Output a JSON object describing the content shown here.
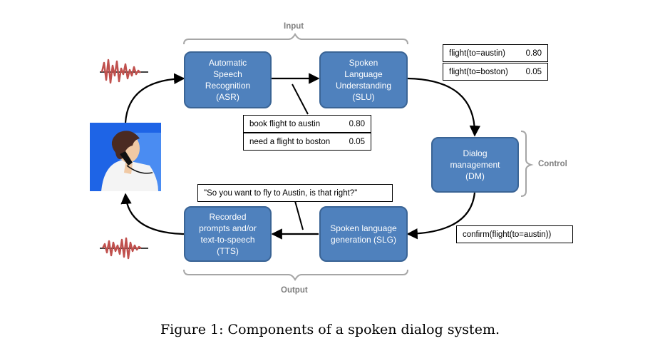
{
  "diagram": {
    "input_label": "Input",
    "output_label": "Output",
    "control_label": "Control",
    "nodes": {
      "asr": "Automatic\nSpeech\nRecognition\n(ASR)",
      "slu": "Spoken\nLanguage\nUnderstanding\n(SLU)",
      "dm": "Dialog\nmanagement\n(DM)",
      "slg": "Spoken language\ngeneration (SLG)",
      "tts": "Recorded\nprompts and/or\ntext-to-speech\n(TTS)"
    },
    "asr_hypotheses": [
      {
        "text": "book flight to austin",
        "score": "0.80"
      },
      {
        "text": "need a flight to boston",
        "score": "0.05"
      }
    ],
    "slu_hypotheses": [
      {
        "text": "flight(to=austin)",
        "score": "0.80"
      },
      {
        "text": "flight(to=boston)",
        "score": "0.05"
      }
    ],
    "dm_output": "confirm(flight(to=austin))",
    "slg_output": "\"So you want to fly to Austin, is that right?\"",
    "icons": [
      "speech-waveform-icon",
      "person-on-phone-icon"
    ]
  },
  "caption": "Figure 1:  Components of a spoken dialog system.",
  "colors": {
    "node_fill": "#4f81bd",
    "node_border": "#3a6495",
    "waveform": "#c0504d",
    "bracket": "#a6a6a6"
  }
}
